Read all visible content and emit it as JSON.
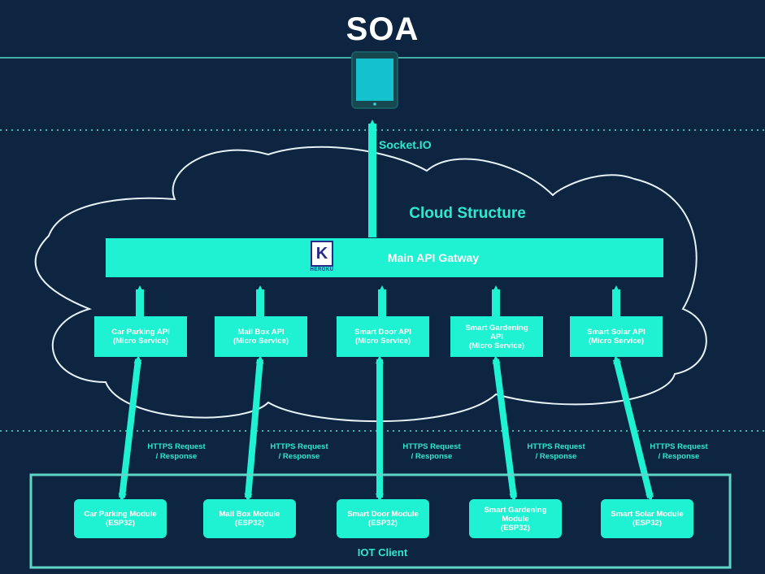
{
  "title": "SOA",
  "socket_label": "Socket.IO",
  "cloud_label": "Cloud Structure",
  "gateway": {
    "label": "Main API Gatway",
    "logo_letter": "K",
    "logo_text": "HEROKU"
  },
  "apis": [
    {
      "line1": "Car Parking API",
      "line2": "(Micro Service)"
    },
    {
      "line1": "Mail Box API",
      "line2": "(Micro Service)"
    },
    {
      "line1": "Smart Door API",
      "line2": "(Micro Service)"
    },
    {
      "line1": "Smart Gardening",
      "line2": "API",
      "line3": "(Micro Service)"
    },
    {
      "line1": "Smart Solar API",
      "line2": "(Micro Service)"
    }
  ],
  "https_label": {
    "line1": "HTTPS Request",
    "line2": "/ Response"
  },
  "modules": [
    {
      "line1": "Car Parking Module",
      "line2": "(ESP32)"
    },
    {
      "line1": "Mail Box Module",
      "line2": "(ESP32)"
    },
    {
      "line1": "Smart Door Module",
      "line2": "(ESP32)"
    },
    {
      "line1": "Smart Gardening",
      "line2": "Module",
      "line3": "(ESP32)"
    },
    {
      "line1": "Smart Solar Module",
      "line2": "(ESP32)"
    }
  ],
  "iot_label": "IOT Client",
  "colors": {
    "background": "#0d2540",
    "accent": "#1ff2d2",
    "text": "#ffffff"
  }
}
